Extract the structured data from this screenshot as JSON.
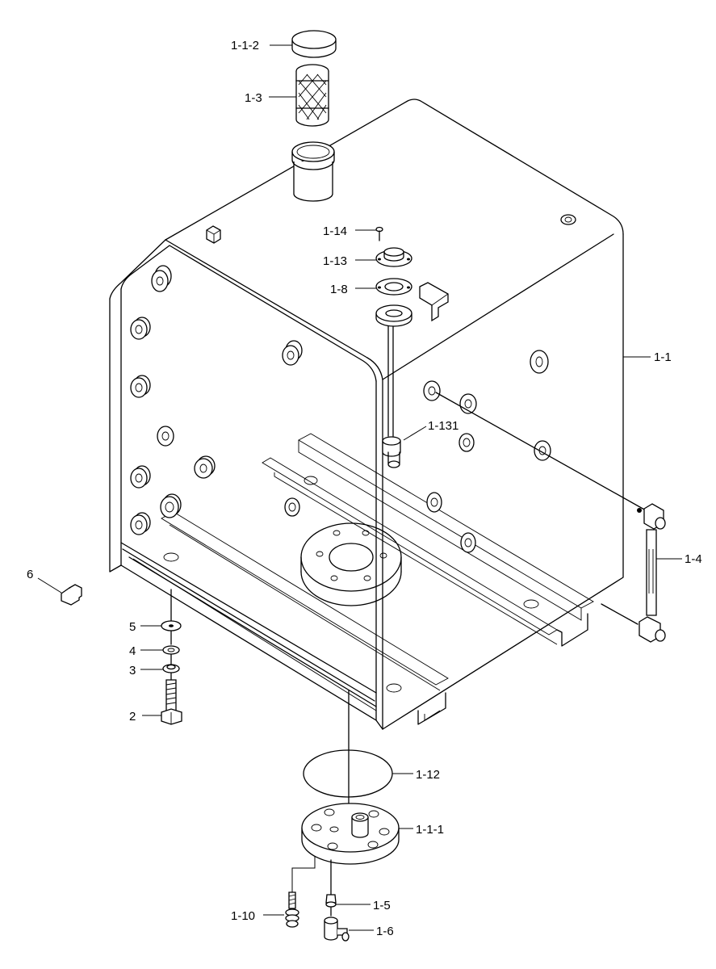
{
  "diagram": {
    "type": "exploded-parts-diagram",
    "labels": {
      "p_1_1_2": "1-1-2",
      "p_1_3": "1-3",
      "p_1_14": "1-14",
      "p_1_13": "1-13",
      "p_1_8": "1-8",
      "p_1_1": "1-1",
      "p_1_131": "1-131",
      "p_1_4": "1-4",
      "p_6": "6",
      "p_5": "5",
      "p_4": "4",
      "p_3": "3",
      "p_2": "2",
      "p_1_12": "1-12",
      "p_1_1_1": "1-1-1",
      "p_1_5": "1-5",
      "p_1_10": "1-10",
      "p_1_6": "1-6"
    }
  }
}
